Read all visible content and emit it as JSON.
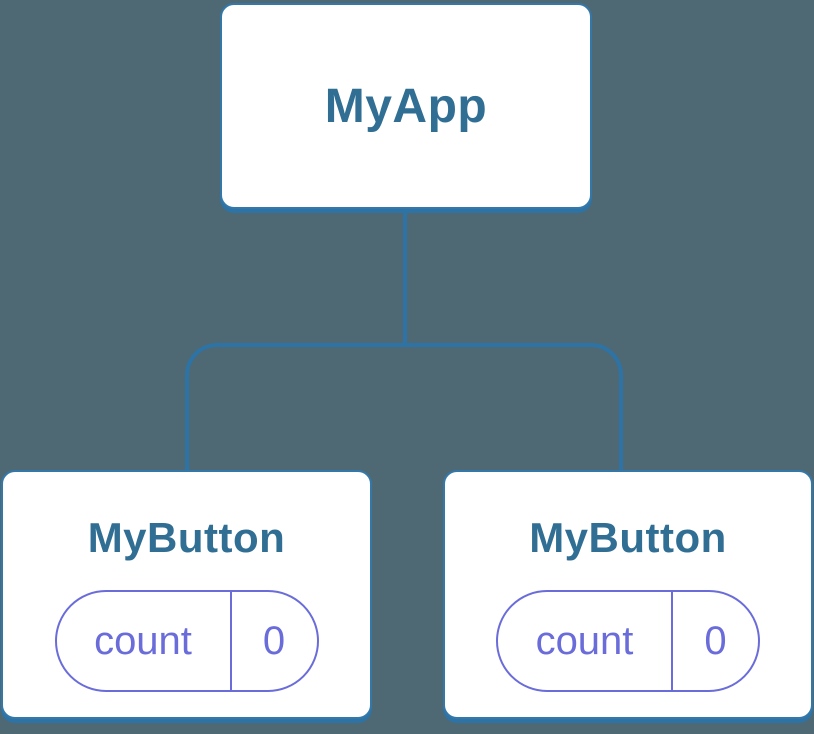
{
  "diagram": {
    "type": "component-tree",
    "root": {
      "label": "MyApp"
    },
    "children": [
      {
        "label": "MyButton",
        "state": {
          "name": "count",
          "value": "0"
        }
      },
      {
        "label": "MyButton",
        "state": {
          "name": "count",
          "value": "0"
        }
      }
    ]
  },
  "colors": {
    "background": "#4e6973",
    "connector_line": "#2d73a6",
    "node_border": "#3478aa",
    "node_fill": "#ffffff",
    "node_label_text": "#316e93",
    "state_accent": "#6a6cda"
  }
}
